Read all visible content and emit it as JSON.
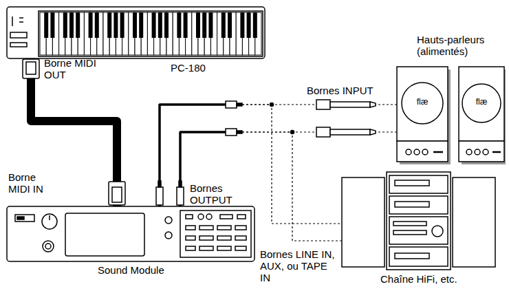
{
  "diagram": {
    "nodes": [
      {
        "text": [
          "PC-180"
        ]
      },
      {
        "text": [
          "Sound Module"
        ]
      },
      {
        "text": [
          "flæ"
        ]
      },
      {
        "text": [
          "flæ"
        ]
      },
      {
        "text": [
          "Chaîne HiFi, etc."
        ]
      }
    ],
    "edges": [
      {
        "from": 0,
        "to": 1,
        "arrow": "none"
      },
      {
        "from": 1,
        "to": 2,
        "arrow": "none"
      },
      {
        "from": 1,
        "to": 4,
        "arrow": "none"
      }
    ],
    "labels": [
      "Borne MIDI OUT",
      "Borne MIDI IN",
      "Bornes OUTPUT",
      "Bornes INPUT",
      "Hauts-parleurs (alimentés)",
      "Bornes LINE IN, AUX, ou TAPE IN"
    ]
  }
}
